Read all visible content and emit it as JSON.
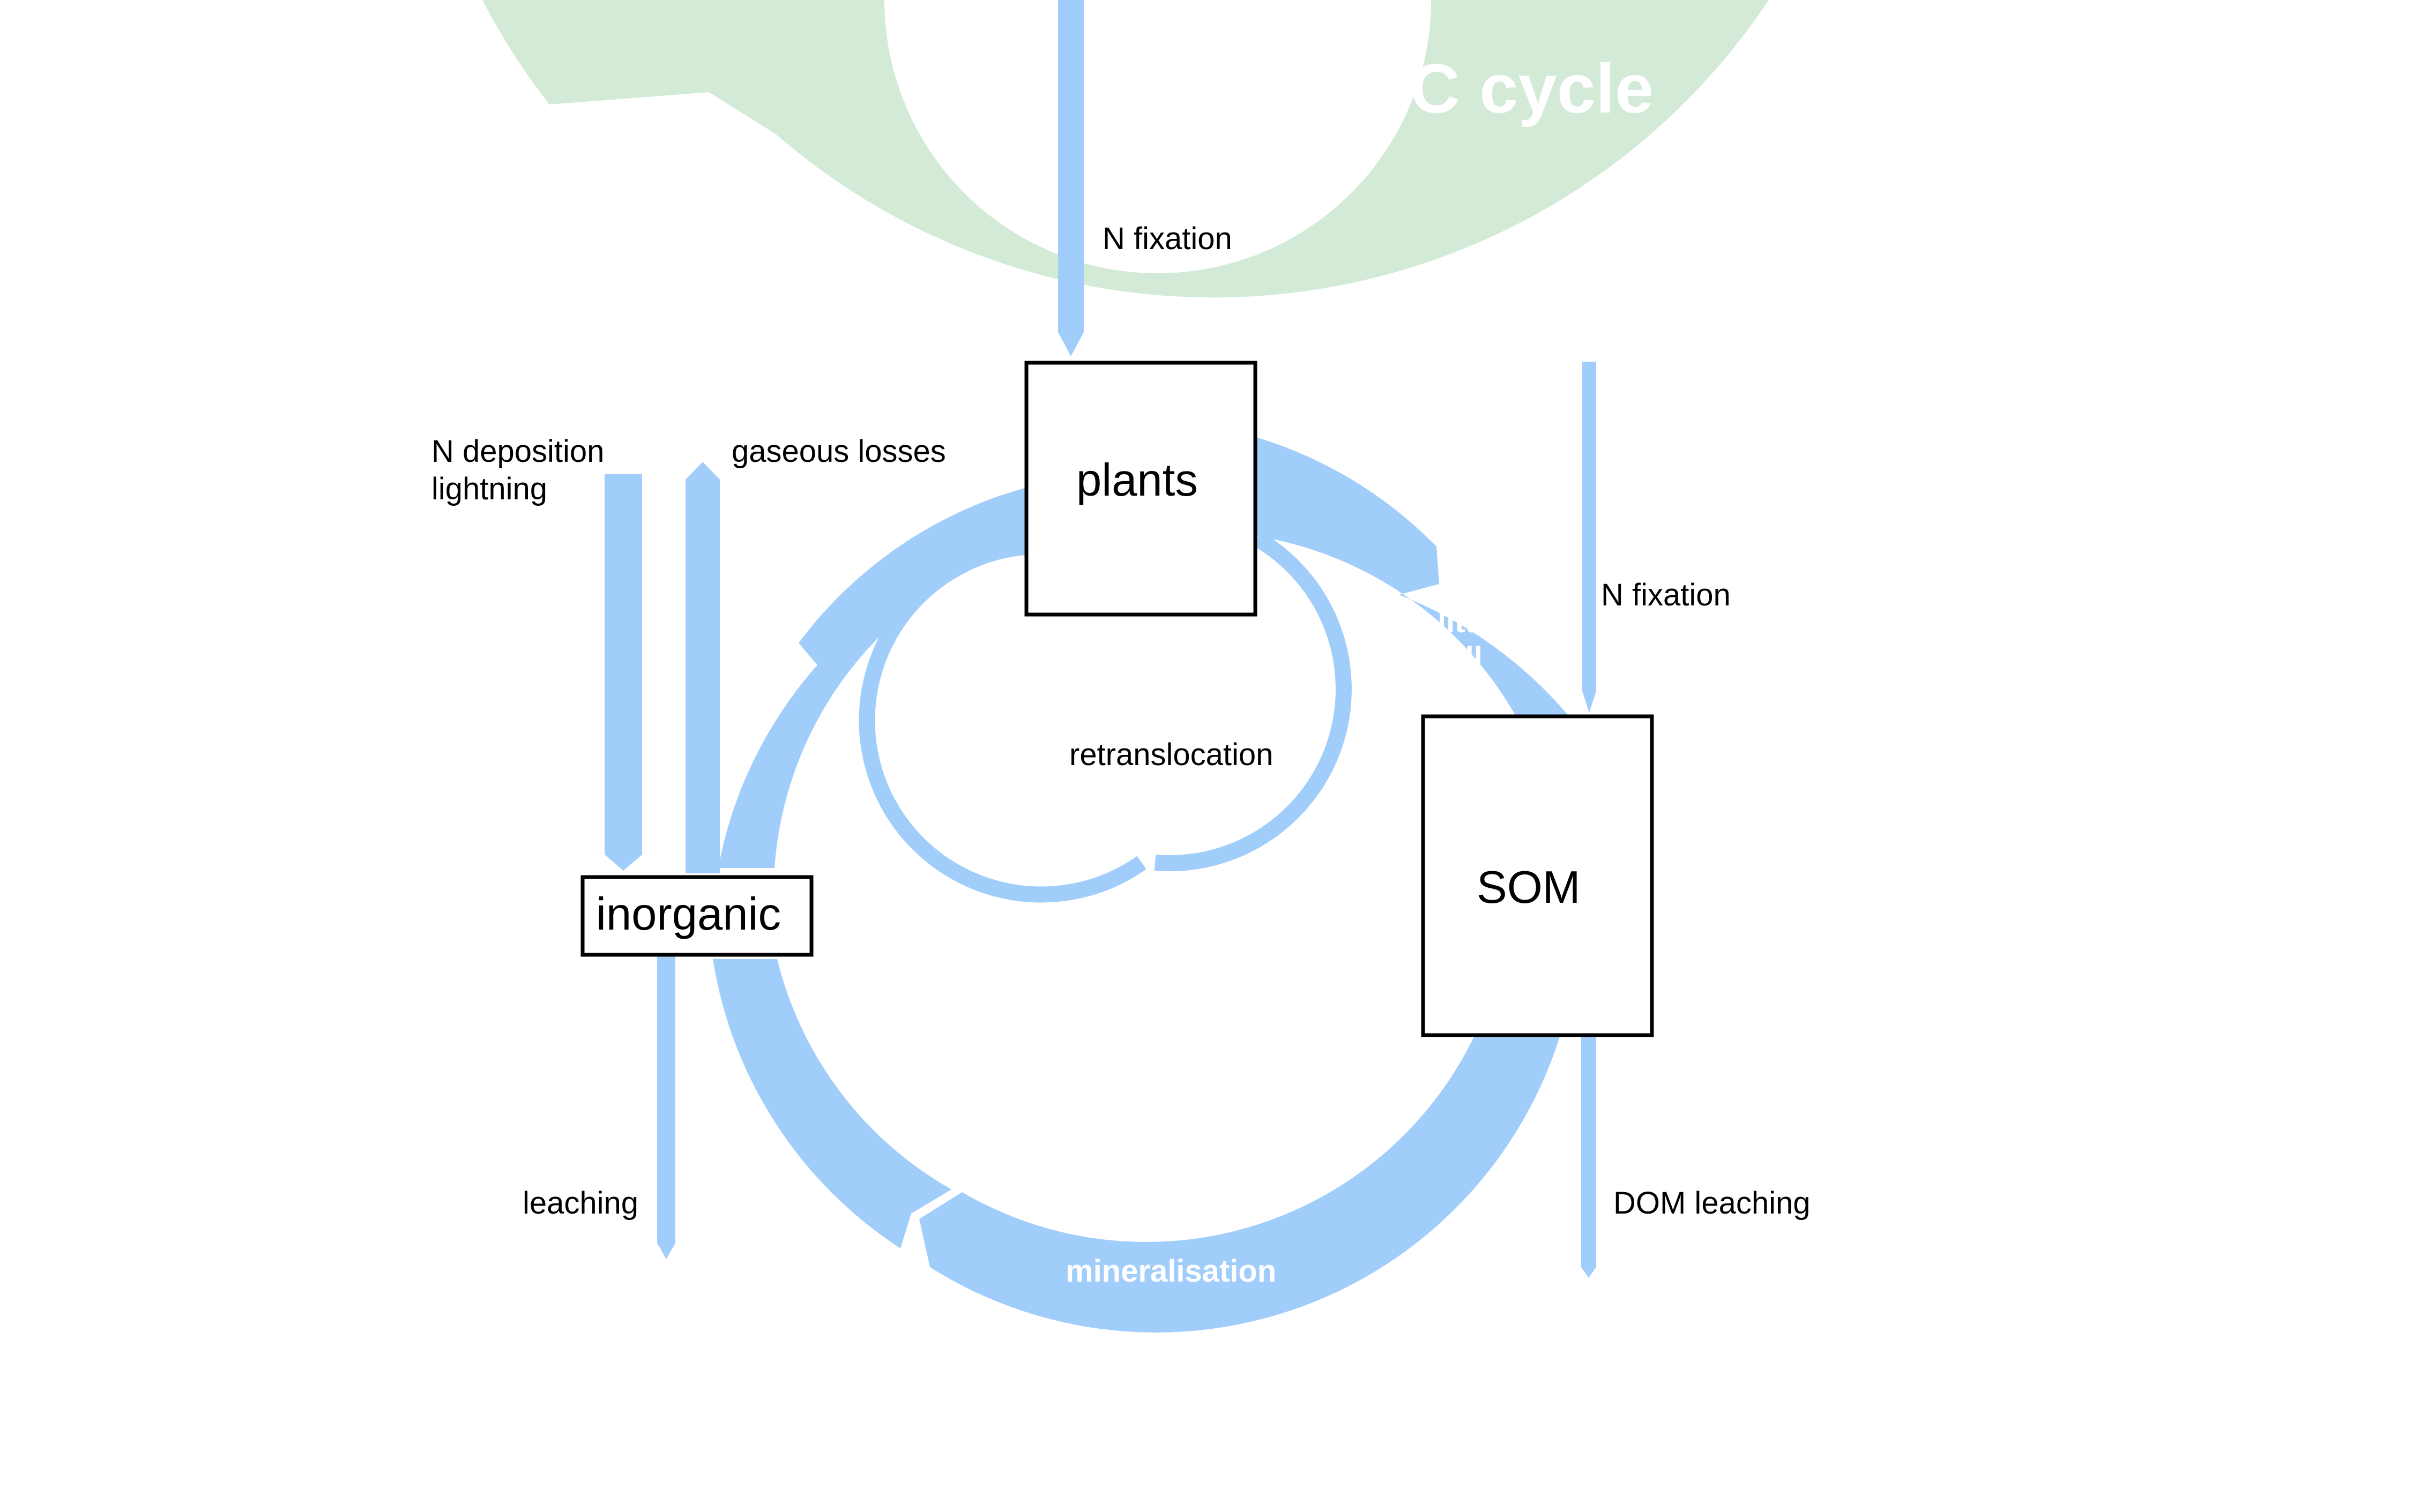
{
  "colors": {
    "carbon_ring": "#d2ead6",
    "nitrogen_flow": "#a1cdfa",
    "background": "#ffffff",
    "box_border": "#000000",
    "text": "#000000",
    "flow_text": "#ffffff"
  },
  "c_cycle": {
    "title": "C cycle"
  },
  "pools": {
    "plants": "plants",
    "som": "SOM",
    "inorganic": "inorganic"
  },
  "fluxes": {
    "n_fixation_plants": "N fixation",
    "n_fixation_som": "N fixation",
    "n_deposition": [
      "N deposition",
      "lightning"
    ],
    "gaseous_losses": "gaseous losses",
    "retranslocation": "retranslocation",
    "litterfall": [
      "litter-",
      "fall"
    ],
    "mineralisation": "mineralisation",
    "leaching": "leaching",
    "dom_leaching": "DOM leaching"
  }
}
